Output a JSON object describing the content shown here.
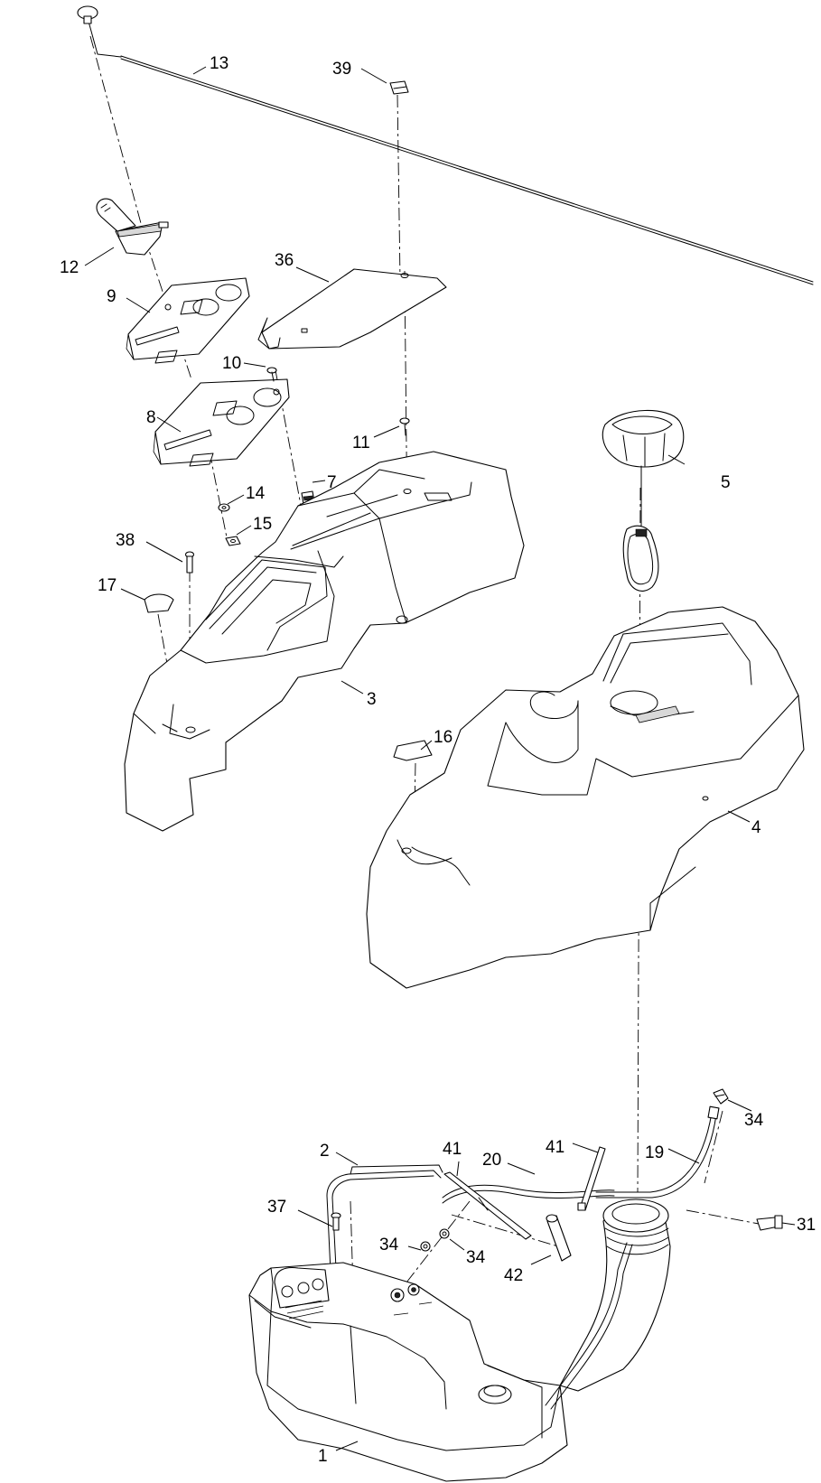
{
  "callouts": {
    "c1": "1",
    "c2": "2",
    "c3": "3",
    "c4": "4",
    "c5": "5",
    "c7": "7",
    "c8": "8",
    "c9": "9",
    "c10": "10",
    "c11": "11",
    "c12": "12",
    "c13": "13",
    "c14": "14",
    "c15": "15",
    "c16": "16",
    "c17": "17",
    "c19": "19",
    "c20": "20",
    "c31": "31",
    "c34a": "34",
    "c34b": "34",
    "c34c": "34",
    "c36": "36",
    "c37": "37",
    "c38": "38",
    "c39": "39",
    "c41a": "41",
    "c41b": "41",
    "c42": "42"
  }
}
